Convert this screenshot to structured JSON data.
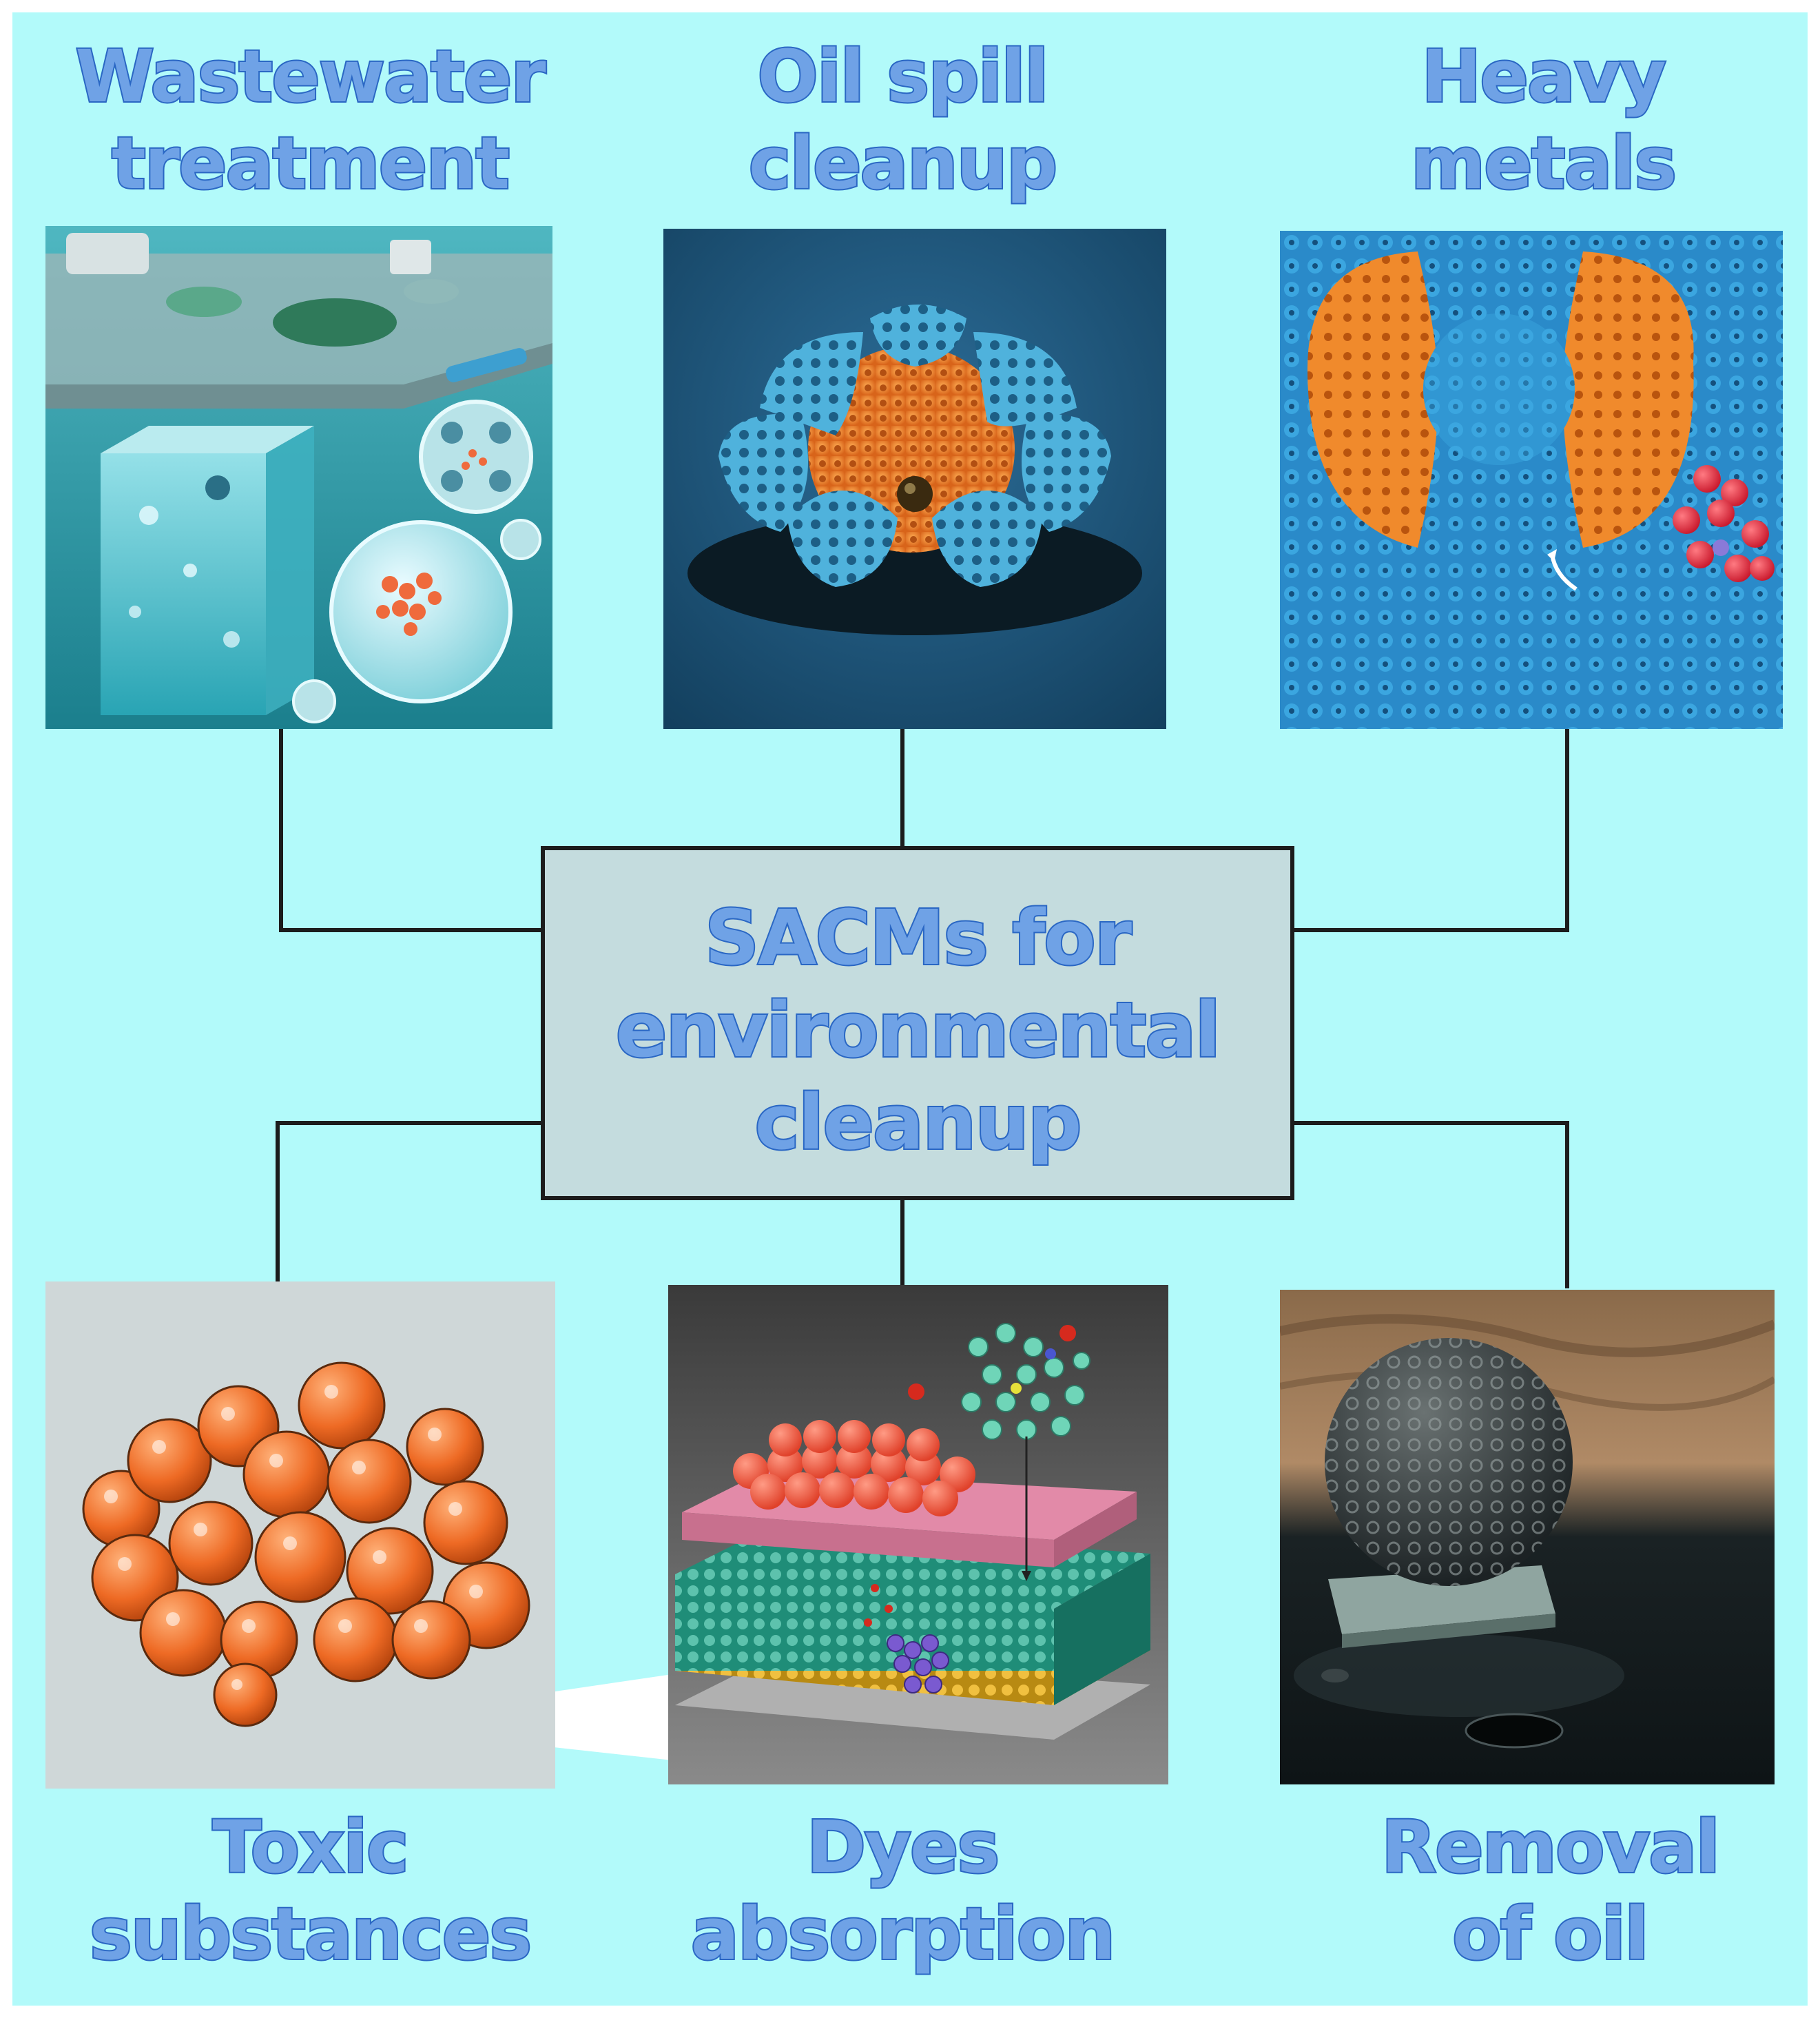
{
  "center": {
    "line1": "SACMs for",
    "line2": "environmental",
    "line3": "cleanup"
  },
  "panels": [
    {
      "line1": "Wastewater",
      "line2": "treatment"
    },
    {
      "line1": "Oil spill",
      "line2": "cleanup"
    },
    {
      "line1": "Heavy",
      "line2": "metals"
    },
    {
      "line1": "Toxic",
      "line2": "substances"
    },
    {
      "line1": "Dyes",
      "line2": "absorption"
    },
    {
      "line1": "Removal",
      "line2": "of oil"
    }
  ],
  "colors": {
    "background": "#b2fafa",
    "center_box": "#c4dcde",
    "title_fill": "#6fa2e6",
    "title_stroke": "#2a67c4",
    "connector": "#1c1c1c"
  }
}
